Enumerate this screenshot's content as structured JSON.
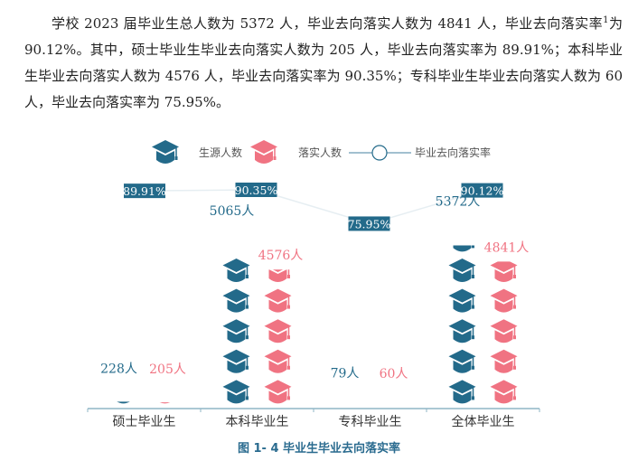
{
  "paragraph": {
    "before_footnote": "学校 2023 届毕业生总人数为 5372 人，毕业去向落实人数为 4841 人，毕业去向落实率",
    "footnote": "1",
    "after_footnote": "为 90.12%。其中，硕士毕业生毕业去向落实人数为 205 人，毕业去向落实率为 89.91%；本科毕业生毕业去向落实人数为 4576 人，毕业去向落实率为 90.35%；专科毕业生毕业去向落实人数为 60 人，毕业去向落实率为 75.95%。"
  },
  "chart_data": {
    "type": "pictograph",
    "icon": "graduation-cap-icon",
    "categories": [
      "硕士毕业生",
      "本科毕业生",
      "专科毕业生",
      "全体毕业生"
    ],
    "series": [
      {
        "name": "生源人数",
        "values": [
          228,
          5065,
          79,
          5372
        ],
        "color": "#236a8a"
      },
      {
        "name": "落实人数",
        "values": [
          205,
          4576,
          60,
          4841
        ],
        "color": "#f07382"
      },
      {
        "name": "毕业去向落实率",
        "values": [
          89.91,
          90.35,
          75.95,
          90.12
        ],
        "type": "line",
        "color": "#236a8a"
      }
    ],
    "value_labels": {
      "counts_suffix": "人",
      "rates": [
        "89.91%",
        "90.35%",
        "75.95%",
        "90.12%"
      ]
    },
    "legend_placement": "top"
  },
  "caption": "图 1- 4  毕业生毕业去向落实率"
}
